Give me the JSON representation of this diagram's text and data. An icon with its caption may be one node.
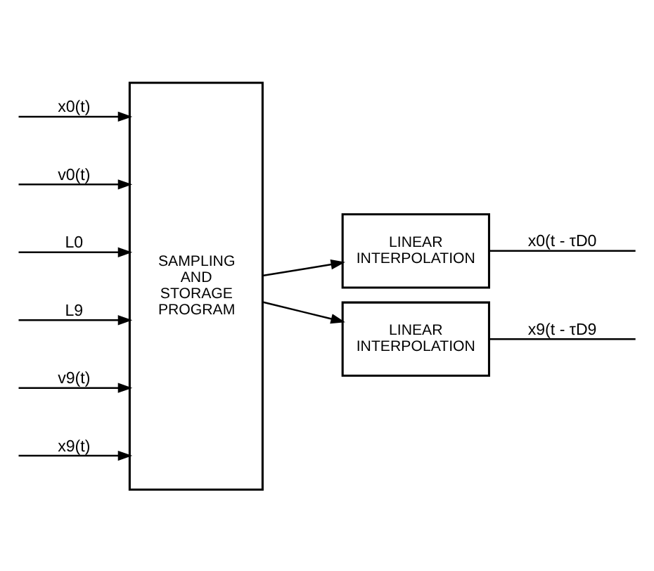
{
  "diagram": {
    "nodes": [
      {
        "text": [
          "SAMPLING AND STORAGE PROGRAM"
        ]
      },
      {
        "text": [
          "LINEAR INTERPOLATION"
        ]
      },
      {
        "text": [
          "LINEAR INTERPOLATION"
        ]
      }
    ],
    "edges": [
      {
        "from": null,
        "to": 0,
        "arrow": "to",
        "label": "x0(t)"
      },
      {
        "from": null,
        "to": 0,
        "arrow": "to",
        "label": "v0(t)"
      },
      {
        "from": null,
        "to": 0,
        "arrow": "to",
        "label": "L0"
      },
      {
        "from": null,
        "to": 0,
        "arrow": "to",
        "label": "L9"
      },
      {
        "from": null,
        "to": 0,
        "arrow": "to",
        "label": "v9(t)"
      },
      {
        "from": null,
        "to": 0,
        "arrow": "to",
        "label": "x9(t)"
      },
      {
        "from": 0,
        "to": 1,
        "arrow": "to"
      },
      {
        "from": 0,
        "to": 2,
        "arrow": "to"
      },
      {
        "from": 1,
        "to": null,
        "arrow": "none",
        "label": "x0(t - τD0"
      },
      {
        "from": 2,
        "to": null,
        "arrow": "none",
        "label": "x9(t - τD9"
      }
    ]
  }
}
